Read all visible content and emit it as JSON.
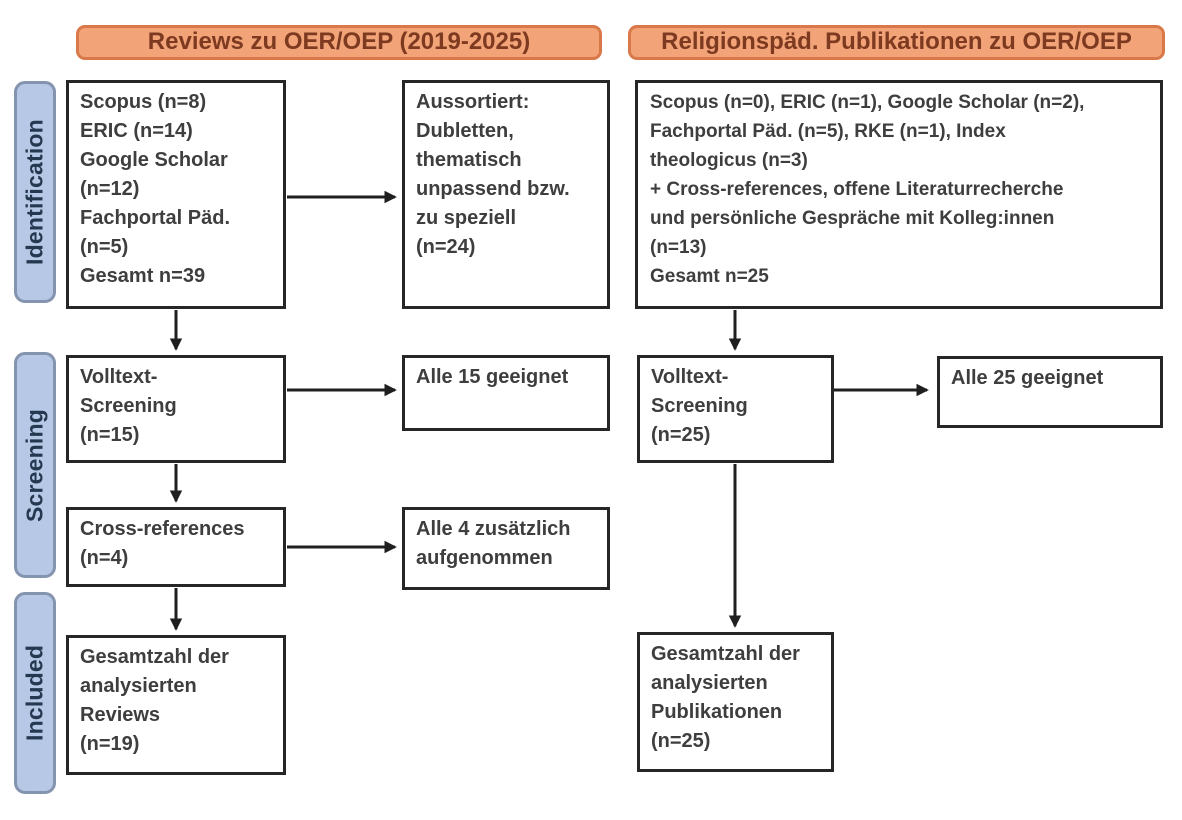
{
  "headers": {
    "left": "Reviews zu OER/OEP (2019-2025)",
    "right": "Religionspäd. Publikationen zu OER/OEP"
  },
  "sidebar": {
    "identification": "Identification",
    "screening": "Screening",
    "included": "Included"
  },
  "left_column": {
    "sources_box": [
      "Scopus (n=8)",
      "ERIC (n=14)",
      "Google Scholar",
      "(n=12)",
      "Fachportal Päd.",
      "(n=5)",
      "Gesamt n=39"
    ],
    "excluded_box": [
      "Aussortiert:",
      "Dubletten,",
      "thematisch",
      "unpassend bzw.",
      "zu speziell",
      "(n=24)"
    ],
    "fulltext_box": [
      "Volltext-",
      "Screening",
      "(n=15)"
    ],
    "fulltext_result_box": [
      "Alle 15 geeignet"
    ],
    "crossref_box": [
      "Cross-references",
      "(n=4)"
    ],
    "crossref_result_box": [
      "Alle 4 zusätzlich",
      "aufgenommen"
    ],
    "included_box": [
      "Gesamtzahl der",
      "analysierten",
      "Reviews",
      "(n=19)"
    ]
  },
  "right_column": {
    "sources_box": [
      "Scopus (n=0), ERIC (n=1), Google Scholar (n=2),",
      "Fachportal Päd. (n=5), RKE (n=1), Index",
      "theologicus (n=3)",
      "+ Cross-references, offene Literaturrecherche",
      "und persönliche Gespräche mit Kolleg:innen",
      "(n=13)",
      "Gesamt n=25"
    ],
    "fulltext_box": [
      "Volltext-",
      "Screening",
      "(n=25)"
    ],
    "fulltext_result_box": [
      "Alle 25 geeignet"
    ],
    "included_box": [
      "Gesamtzahl der",
      "analysierten",
      "Publikationen",
      "(n=25)"
    ]
  },
  "colors": {
    "header_fill": "#F2A478",
    "header_border": "#D9794A",
    "header_text": "#7E3A20",
    "stage_fill": "#B6C8E6",
    "stage_border": "#8494AE",
    "stage_text": "#24384F",
    "node_border": "#262626",
    "node_text": "#3E3E3E",
    "arrow": "#1F1F1F",
    "background": "#FFFFFF"
  }
}
